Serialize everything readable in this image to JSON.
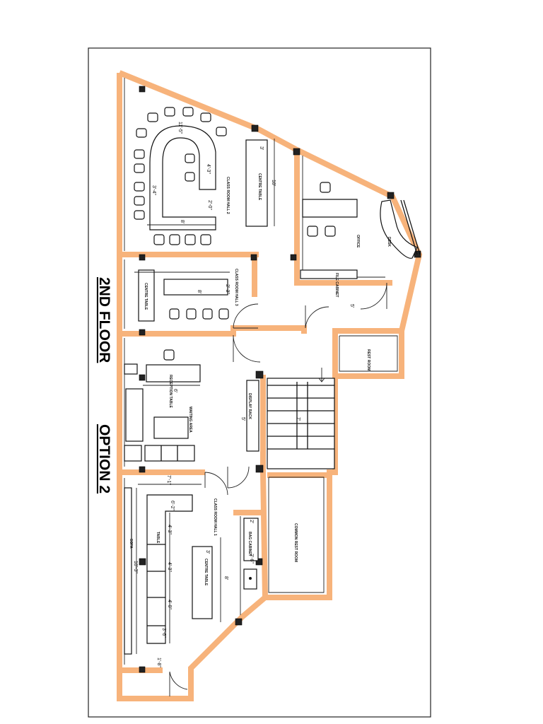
{
  "titles": {
    "floor": "2ND FLOOR",
    "option": "OPTION 2"
  },
  "rooms": {
    "class_room_hall_2": "CLASS ROOM HALL 2",
    "class_room_hall_1": "CLASS ROOM HALL 1",
    "class_room_hall_3": "CLASS ROOM HALL 3",
    "office": "OFFICE",
    "waiting_area": "WAITING AREA",
    "reception_table": "RECEPTION TABLE",
    "centre_table_top": "CENTRE TABLE",
    "centre_table_mid": "CENTRE TABLE",
    "centre_table_bottom": "CENTRE TABLE",
    "file_cabinet": "FILE CABINET",
    "display_rack": "DISPLAY RACK",
    "common_rest_room": "COMMON REST ROOM",
    "rest_room": "REST ROOM",
    "sofa": "SOFA",
    "desk": "DESK",
    "table": "TABLE",
    "bag_cabinet": "BAG CABINET"
  },
  "dimensions": {
    "d1": "11'-5\"",
    "d2": "4'-3\"",
    "d3": "3'-4\"",
    "d4": "2'-0\"",
    "d5": "8'",
    "d6": "3'",
    "d7": "18'",
    "d8": "2'-3\"",
    "d9": "8'",
    "d10": "6'",
    "d11": "5'",
    "d12": "7'",
    "d13": "7'-1\"",
    "d14": "6'-2\"",
    "d15": "4'-3\"",
    "d16": "4'-3\"",
    "d17": "4'-0\"",
    "d18": "3'-6\"",
    "d19": "18'-3\"",
    "d20": "3'",
    "d21": "8'",
    "d22": "2'",
    "d23": "1'-8\"",
    "d24": "2'-6\""
  },
  "colors": {
    "wall": "#f7b37b",
    "line": "#111111",
    "column": "#222222"
  }
}
